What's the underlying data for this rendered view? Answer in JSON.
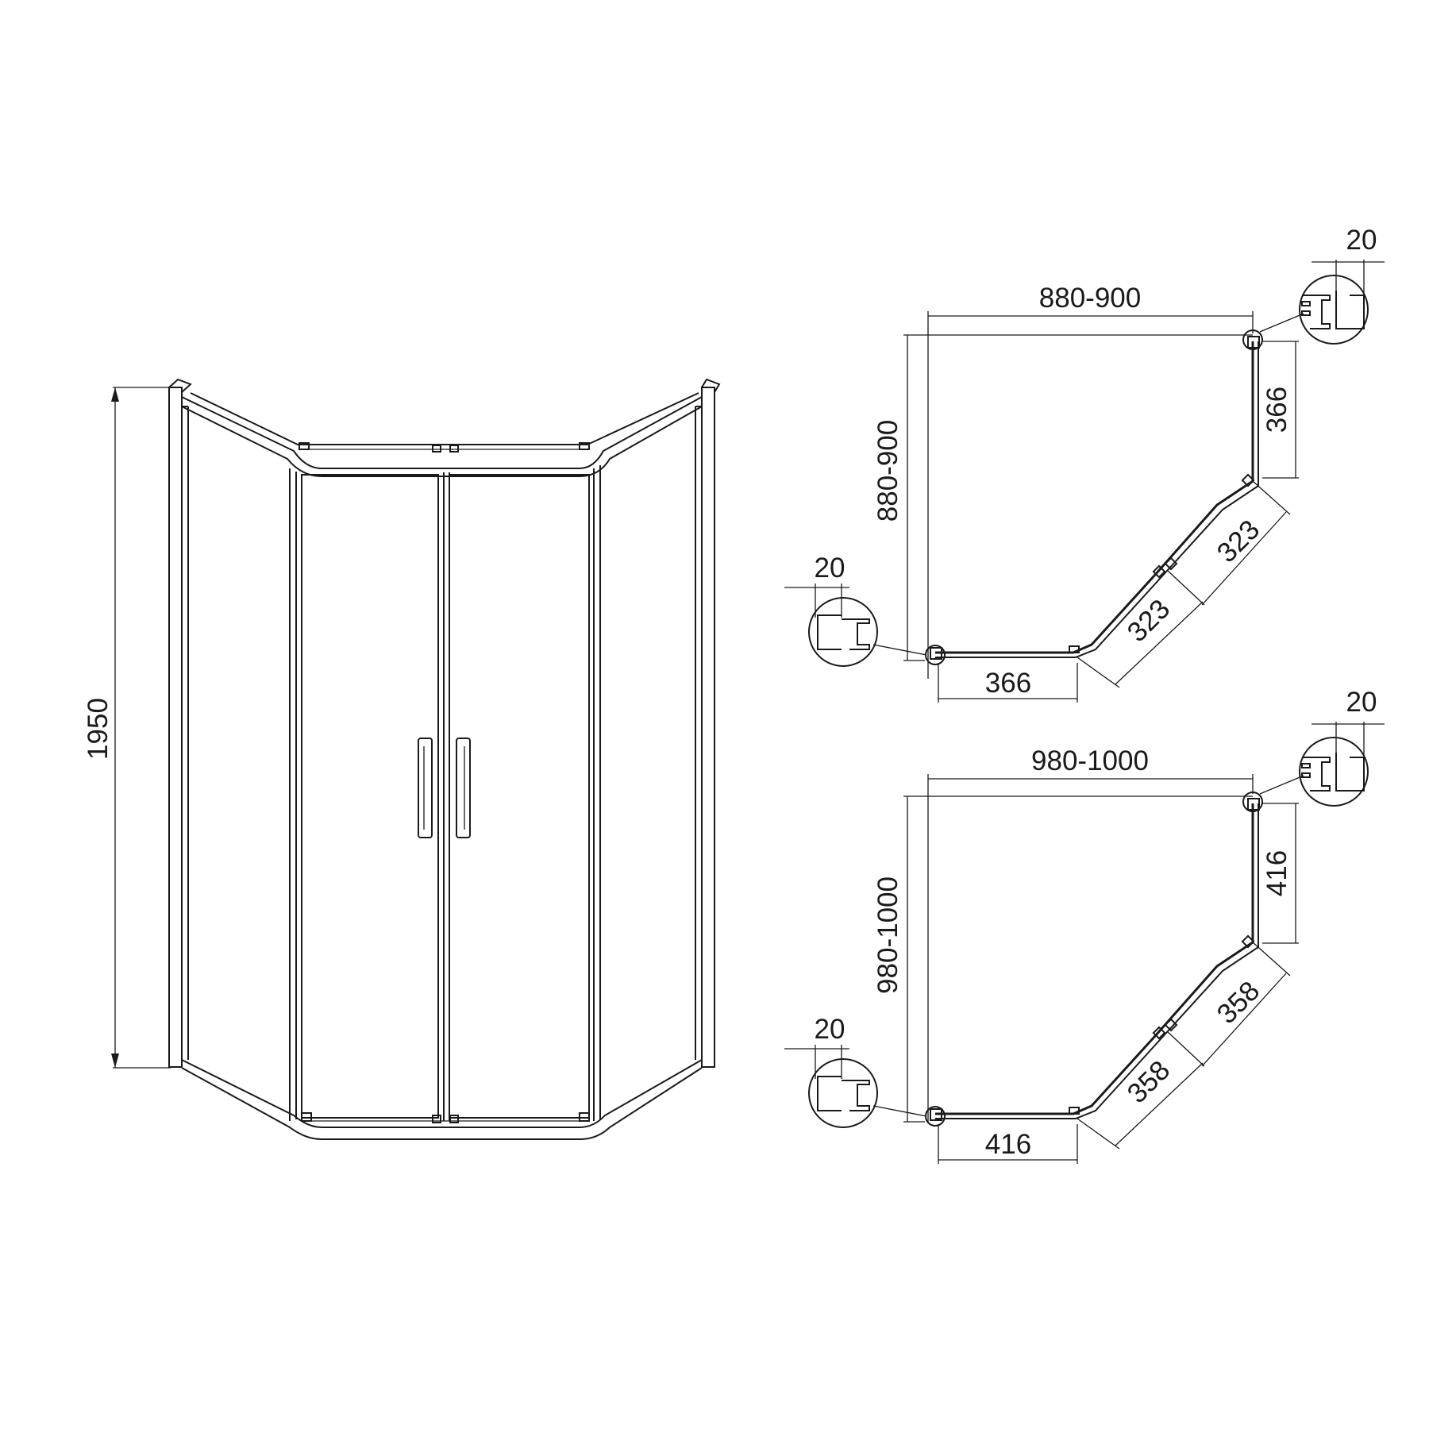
{
  "elevation": {
    "height_label": "1950"
  },
  "plan_small": {
    "width_label": "880-900",
    "depth_label": "880-900",
    "side_right_label": "366",
    "side_bottom_label": "366",
    "door_upper_label": "323",
    "door_lower_label": "323",
    "profile_top_label": "20",
    "profile_left_label": "20"
  },
  "plan_large": {
    "width_label": "980-1000",
    "depth_label": "980-1000",
    "side_right_label": "416",
    "side_bottom_label": "416",
    "door_upper_label": "358",
    "door_lower_label": "358",
    "profile_top_label": "20",
    "profile_left_label": "20"
  }
}
